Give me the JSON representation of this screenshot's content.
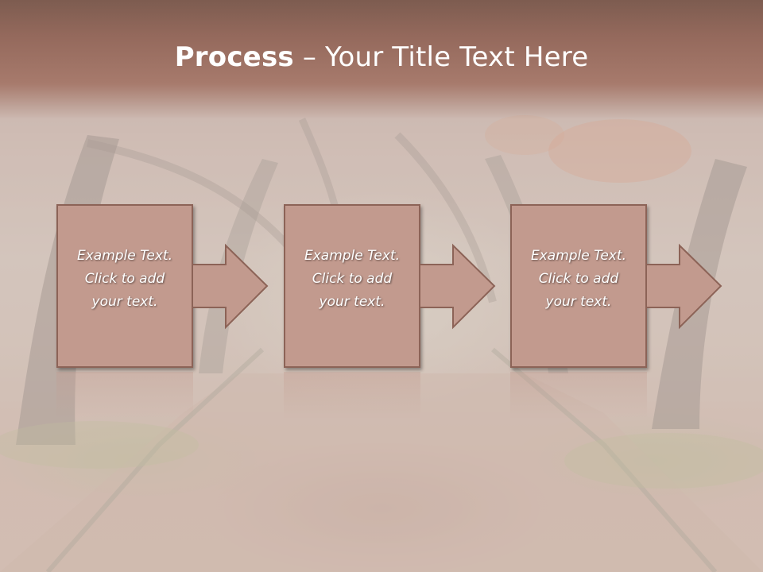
{
  "slide": {
    "title_bold": "Process",
    "title_rest": " – Your Title Text Here",
    "steps": [
      {
        "lines": [
          "Example Text.",
          "Click  to add",
          "your text."
        ]
      },
      {
        "lines": [
          "Example Text.",
          "Click  to add",
          "your text."
        ]
      },
      {
        "lines": [
          "Example Text.",
          "Click  to add",
          "your text."
        ]
      }
    ]
  },
  "colors": {
    "title_bar": "#94695c",
    "box_fill": "#c29a8e",
    "box_border": "#8c6357",
    "arrow_fill": "#c29a8e",
    "text": "#ffffff"
  }
}
